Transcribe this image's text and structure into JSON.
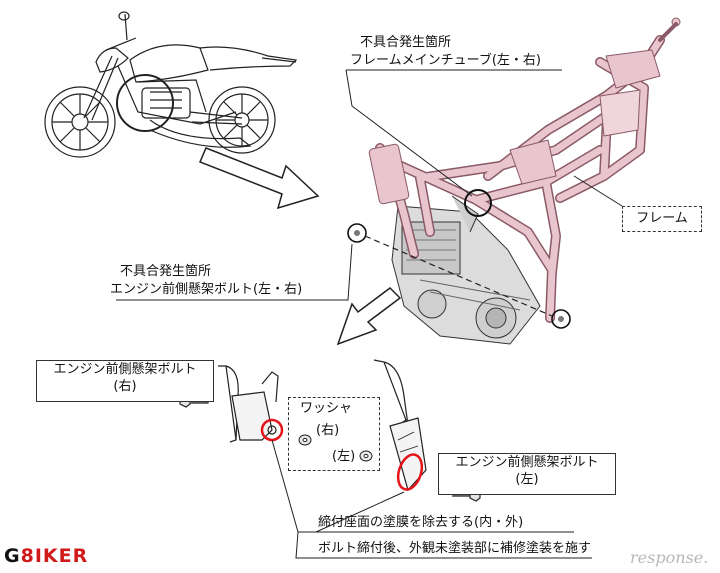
{
  "labels": {
    "defect_top_line1": "不具合発生箇所",
    "defect_top_line2": "フレームメインチューブ(左・右)",
    "frame": "フレーム",
    "defect_mid_line1": "不具合発生箇所",
    "defect_mid_line2": "エンジン前側懸架ボルト(左・右)",
    "bolt_right_line1": "エンジン前側懸架ボルト",
    "bolt_right_line2": "(右)",
    "washer_title": "ワッシャ",
    "washer_right": "(右)",
    "washer_left": "(左)",
    "bolt_left_line1": "エンジン前側懸架ボルト",
    "bolt_left_line2": "(左)",
    "note1": "締付座面の塗膜を除去する(内・外)",
    "note2": "ボルト締付後、外観未塗装部に補修塗装を施す"
  },
  "watermarks": {
    "left_prefix": "G",
    "left_accent": "8",
    "left_suffix": "IKER",
    "right": "response."
  },
  "colors": {
    "frame_fill": "#e9c6cf",
    "frame_stroke": "#8a5a66",
    "highlight_red": "#e3151b",
    "watermark_red": "#d11a1a",
    "line": "#222222"
  }
}
